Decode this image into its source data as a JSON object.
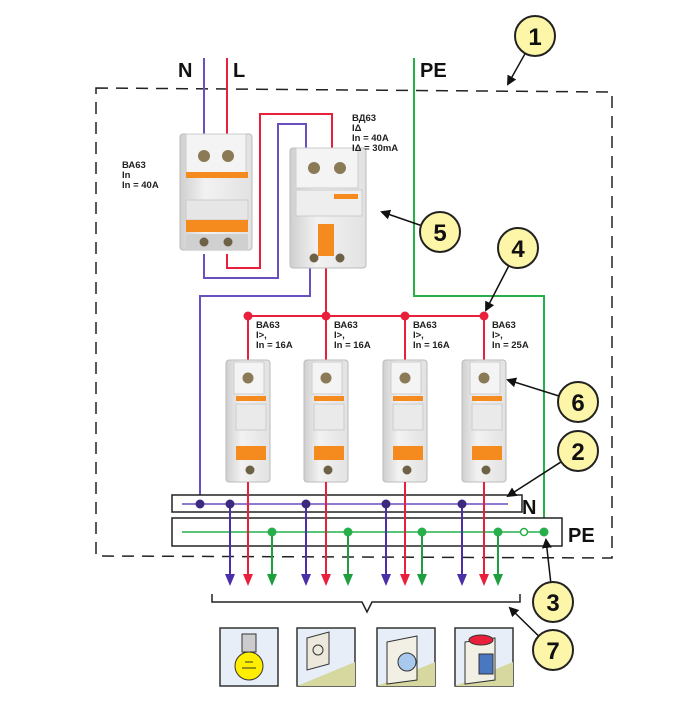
{
  "title": "Single-phase distribution board wiring diagram",
  "supply_labels": {
    "neutral": "N",
    "line": "L",
    "protective_earth": "PE"
  },
  "busbar_labels": {
    "neutral": "N",
    "protective_earth": "PE"
  },
  "main_breaker": {
    "model": "ВА63",
    "line2": "In",
    "line3": "In = 40A"
  },
  "rcd": {
    "model": "ВД63",
    "line2": "IΔ",
    "line3": "In = 40A",
    "line4": "IΔ = 30mA"
  },
  "branch_breakers": [
    {
      "model": "ВА63",
      "line2": "I>,",
      "line3": "In = 16A"
    },
    {
      "model": "ВА63",
      "line2": "I>,",
      "line3": "In = 16A"
    },
    {
      "model": "ВА63",
      "line2": "I>,",
      "line3": "In = 16A"
    },
    {
      "model": "ВА63",
      "line2": "I>,",
      "line3": "In = 25A"
    }
  ],
  "callouts": [
    "1",
    "2",
    "3",
    "4",
    "5",
    "6",
    "7"
  ],
  "loads": [
    {
      "name": "lighting",
      "icon": "light-bulb-icon"
    },
    {
      "name": "socket",
      "icon": "power-socket-icon"
    },
    {
      "name": "washing-machine",
      "icon": "washing-machine-icon"
    },
    {
      "name": "electric-stove",
      "icon": "electric-stove-icon"
    }
  ],
  "colors": {
    "neutral": "#6a4fc0",
    "line": "#e8203c",
    "earth": "#27b04a",
    "callout_fill": "#fdf6a8",
    "breaker_orange": "#f58a1f"
  }
}
